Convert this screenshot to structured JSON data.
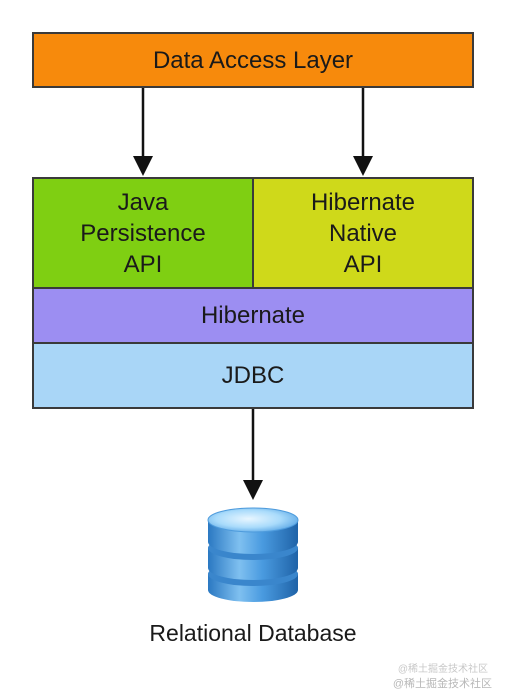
{
  "diagram": {
    "data_access_layer": "Data Access Layer",
    "jpa": "Java\nPersistence\nAPI",
    "hibernate_native_api": "Hibernate\nNative\nAPI",
    "hibernate": "Hibernate",
    "jdbc": "JDBC",
    "database_label": "Relational Database"
  },
  "watermark": {
    "line1": "@稀土掘金技术社区",
    "line2": "@稀土掘金技术社区"
  },
  "colors": {
    "data_access_layer": "#f78a0c",
    "jpa": "#7fcf12",
    "hibernate_native_api": "#cfd91a",
    "hibernate": "#9c8ef2",
    "jdbc": "#a9d6f7",
    "database": "#3d8fd4"
  }
}
